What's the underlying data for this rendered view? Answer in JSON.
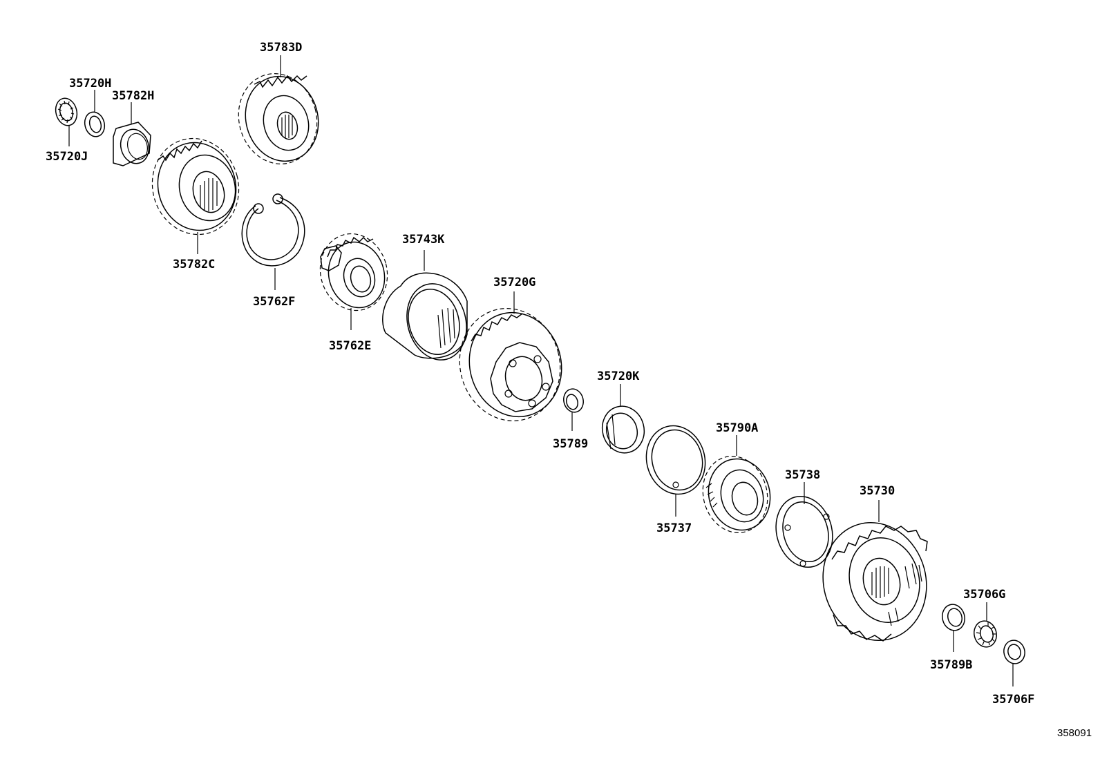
{
  "parts": [
    {
      "id": "35783D"
    },
    {
      "id": "35720H"
    },
    {
      "id": "35782H"
    },
    {
      "id": "35720J"
    },
    {
      "id": "35782C"
    },
    {
      "id": "35762F"
    },
    {
      "id": "35743K"
    },
    {
      "id": "35762E"
    },
    {
      "id": "35720G"
    },
    {
      "id": "35720K"
    },
    {
      "id": "35789"
    },
    {
      "id": "35790A"
    },
    {
      "id": "35738"
    },
    {
      "id": "35737"
    },
    {
      "id": "35730"
    },
    {
      "id": "35706G"
    },
    {
      "id": "35789B"
    },
    {
      "id": "35706F"
    }
  ],
  "figure_id": "358091"
}
